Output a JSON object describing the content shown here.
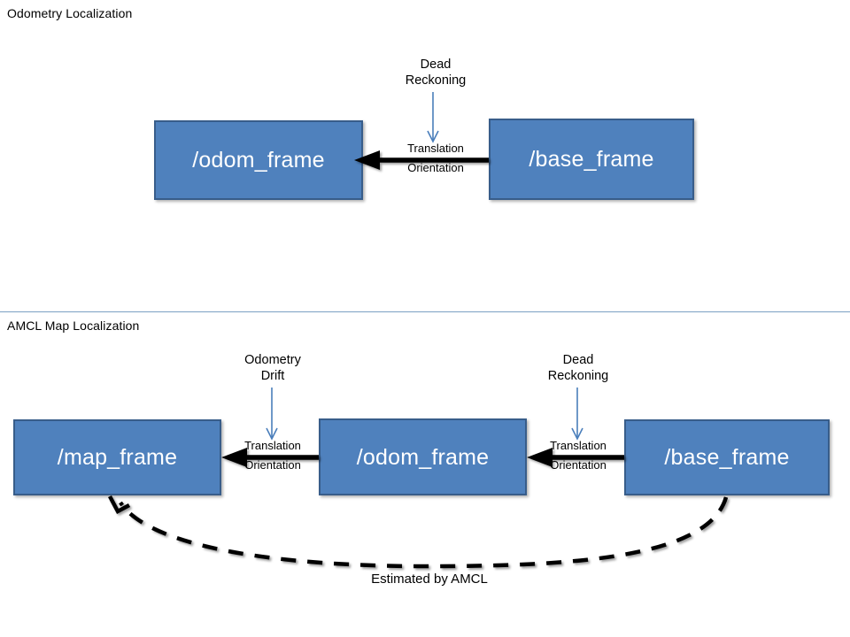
{
  "diagram": {
    "title_top": "Odometry Localization",
    "title_bottom": "AMCL Map Localization",
    "box_fill": "#4F81BD",
    "box_border": "#385D8A",
    "arrow_color": "#000000",
    "annotation_arrow_color": "#4A7EBB",
    "divider_color": "#7BA0C4"
  },
  "section_top": {
    "title": "Odometry Localization",
    "boxes": [
      {
        "label": "/odom_frame"
      },
      {
        "label": "/base_frame"
      }
    ],
    "annotation": {
      "line1": "Dead",
      "line2": "Reckoning"
    },
    "edge": {
      "above": "Translation",
      "below": "Orientation"
    }
  },
  "section_bottom": {
    "title": "AMCL Map Localization",
    "boxes": [
      {
        "label": "/map_frame"
      },
      {
        "label": "/odom_frame"
      },
      {
        "label": "/base_frame"
      }
    ],
    "annotations": [
      {
        "line1": "Odometry",
        "line2": "Drift"
      },
      {
        "line1": "Dead",
        "line2": "Reckoning"
      }
    ],
    "edges": [
      {
        "above": "Translation",
        "below": "Orientation"
      },
      {
        "above": "Translation",
        "below": "Orientation"
      }
    ],
    "feedback": {
      "label": "Estimated by AMCL"
    }
  }
}
